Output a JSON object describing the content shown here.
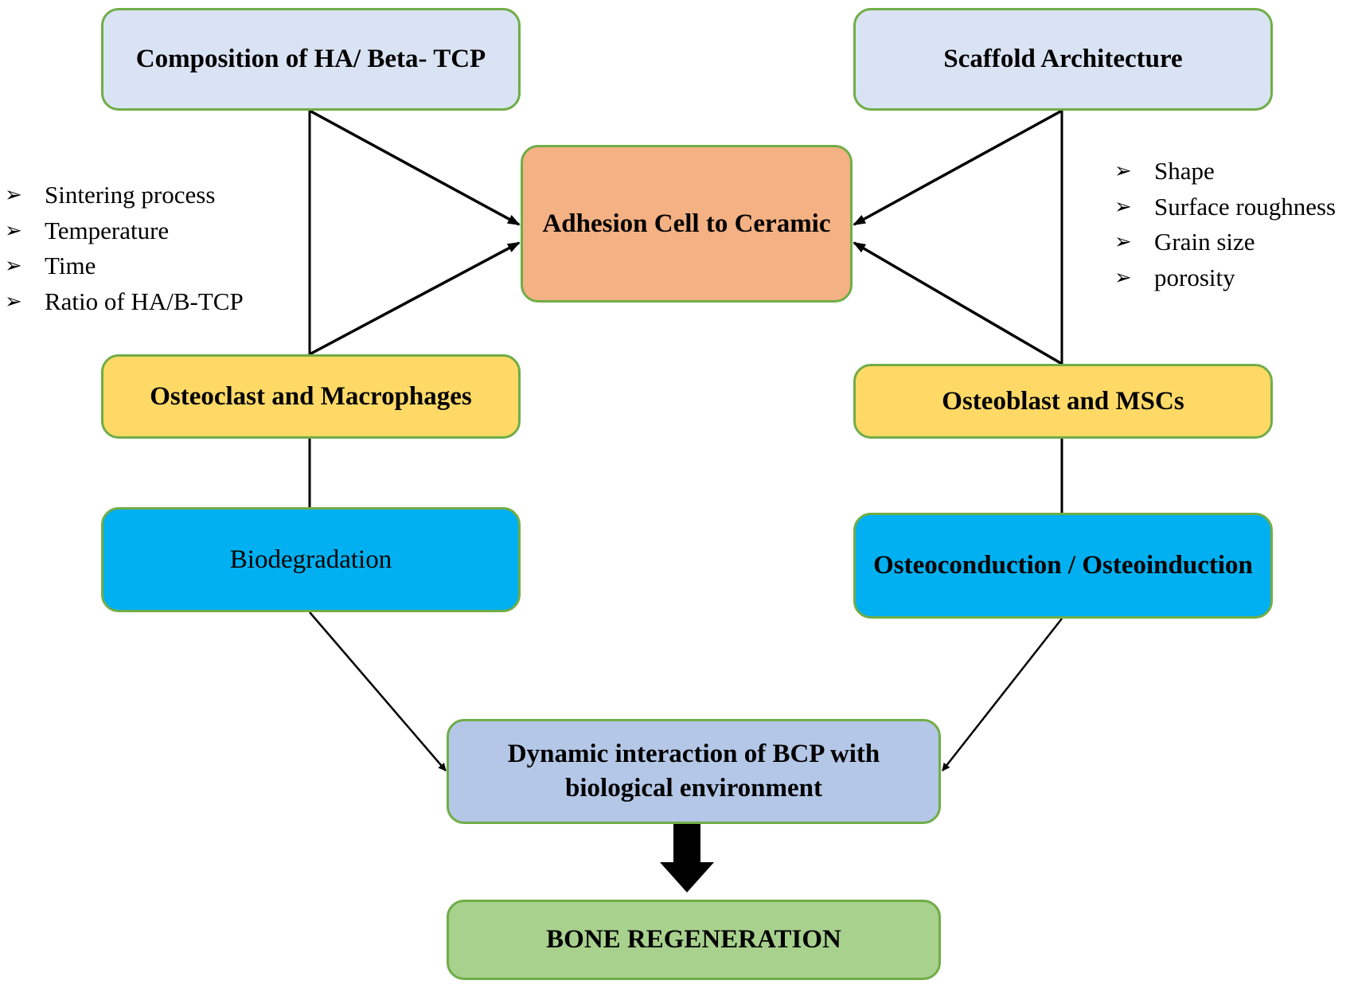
{
  "diagram": {
    "nodes": {
      "composition": "Composition of HA/ Beta- TCP",
      "scaffold": "Scaffold Architecture",
      "adhesion": "Adhesion Cell to Ceramic",
      "osteoclast": "Osteoclast and Macrophages",
      "osteoblast": "Osteoblast and MSCs",
      "biodegradation": "Biodegradation",
      "osteoconduction": "Osteoconduction / Osteoinduction",
      "dynamic": "Dynamic interaction of BCP with biological environment",
      "bone": "BONE REGENERATION"
    },
    "left_factors": [
      "Sintering process",
      "Temperature",
      "Time",
      "Ratio of HA/B-TCP"
    ],
    "right_factors": [
      "Shape",
      "Surface roughness",
      "Grain size",
      "porosity"
    ],
    "bullet_icon": "arrowhead-bullet-icon",
    "colors": {
      "border": "#70ad47",
      "top_boxes": "#dae3f3",
      "adhesion": "#f4b183",
      "cell_boxes": "#ffd966",
      "process_boxes": "#00b0f0",
      "dynamic": "#b4c7e7",
      "bone": "#a9d18e"
    }
  }
}
